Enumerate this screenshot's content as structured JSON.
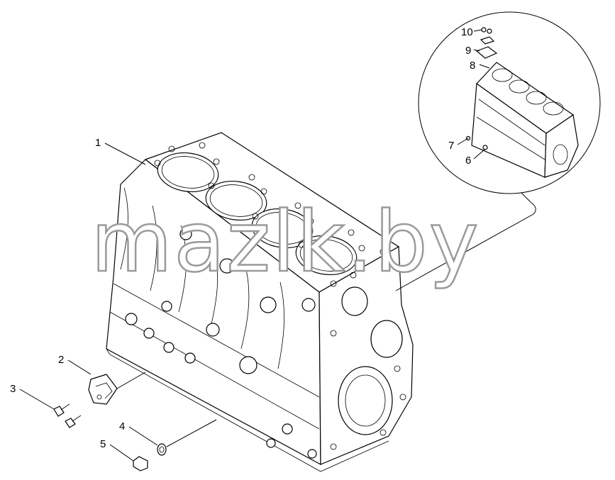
{
  "watermark": "mazlk.by",
  "callouts": {
    "c1": "1",
    "c2": "2",
    "c3": "3",
    "c4": "4",
    "c5": "5",
    "c6": "6",
    "c7": "7",
    "c8": "8",
    "c9": "9",
    "c10": "10"
  },
  "colors": {
    "line": "#000000",
    "watermark_outline": "#9a9a9a",
    "background": "#ffffff"
  }
}
